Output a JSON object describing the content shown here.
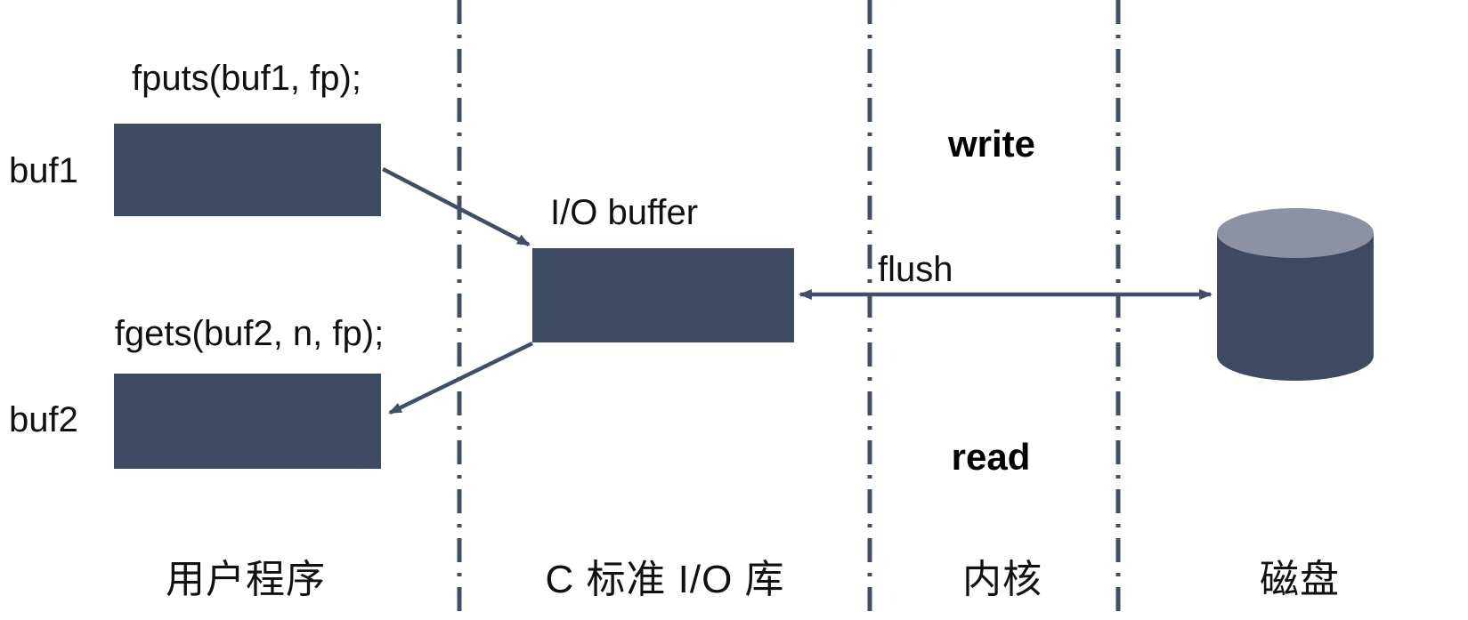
{
  "diagram": {
    "title": "C standard I/O buffering diagram",
    "labels": {
      "fputs_call": "fputs(buf1, fp);",
      "buf1": "buf1",
      "fgets_call": "fgets(buf2, n, fp);",
      "buf2": "buf2",
      "io_buffer": "I/O buffer",
      "write": "write",
      "flush": "flush",
      "read": "read"
    },
    "lanes": [
      {
        "label": "用户程序"
      },
      {
        "label": "C 标准 I/O 库"
      },
      {
        "label": "内核"
      },
      {
        "label": "磁盘"
      }
    ],
    "colors": {
      "background": "#ffffff",
      "box_fill": "#3d4a62",
      "line_stroke": "#414e68",
      "cylinder_body": "#3d4a62",
      "cylinder_top": "#8c92a3",
      "text": "#111111"
    }
  }
}
